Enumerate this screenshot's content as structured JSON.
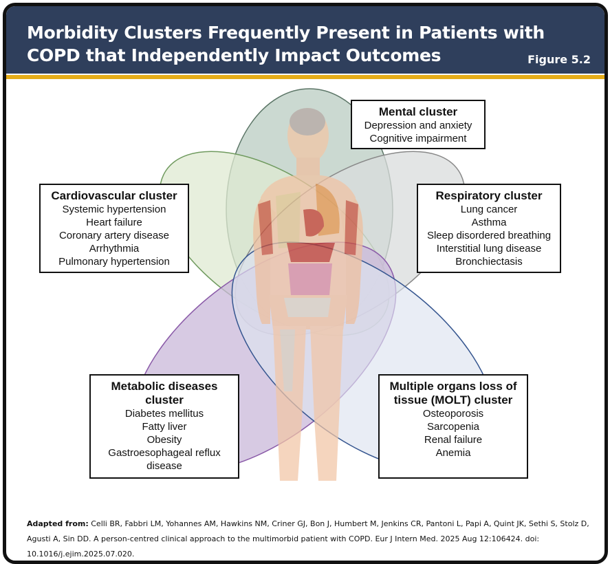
{
  "header": {
    "title": "Morbidity Clusters Frequently Present in Patients with COPD that Independently Impact Outcomes",
    "figure_label": "Figure 5.2"
  },
  "clusters": {
    "mental": {
      "title": "Mental cluster",
      "items": [
        "Depression and anxiety",
        "Cognitive impairment"
      ]
    },
    "cardiovascular": {
      "title": "Cardiovascular cluster",
      "items": [
        "Systemic hypertension",
        "Heart failure",
        "Coronary artery disease",
        "Arrhythmia",
        "Pulmonary hypertension"
      ]
    },
    "respiratory": {
      "title": "Respiratory cluster",
      "items": [
        "Lung cancer",
        "Asthma",
        "Sleep disordered breathing",
        "Interstitial lung disease",
        "Bronchiectasis"
      ]
    },
    "metabolic": {
      "title": "Metabolic diseases cluster",
      "items": [
        "Diabetes mellitus",
        "Fatty liver",
        "Obesity",
        "Gastroesophageal reflux disease"
      ]
    },
    "molt": {
      "title": "Multiple organs loss of tissue (MOLT) cluster",
      "items": [
        "Osteoporosis",
        "Sarcopenia",
        "Renal failure",
        "Anemia"
      ]
    }
  },
  "colors": {
    "header_bg": "#2f3f5c",
    "accent_bar": "#e5ac18",
    "mental_petal": "#b9ccc2",
    "cardiovascular_petal": "#dfe9d2",
    "respiratory_petal": "#dadcdc",
    "metabolic_petal": "#c9b8da",
    "molt_petal": "#dde3f0"
  },
  "footer": {
    "label": "Adapted from:",
    "citation": " Celli BR, Fabbri LM, Yohannes AM, Hawkins NM, Criner GJ, Bon J, Humbert M, Jenkins CR, Pantoni L, Papi A, Quint JK, Sethi S, Stolz D, Agusti A, Sin DD. A person-centred clinical approach to the multimorbid patient with COPD. Eur J Intern Med. 2025 Aug 12:106424. doi: 10.1016/j.ejim.2025.07.020."
  }
}
